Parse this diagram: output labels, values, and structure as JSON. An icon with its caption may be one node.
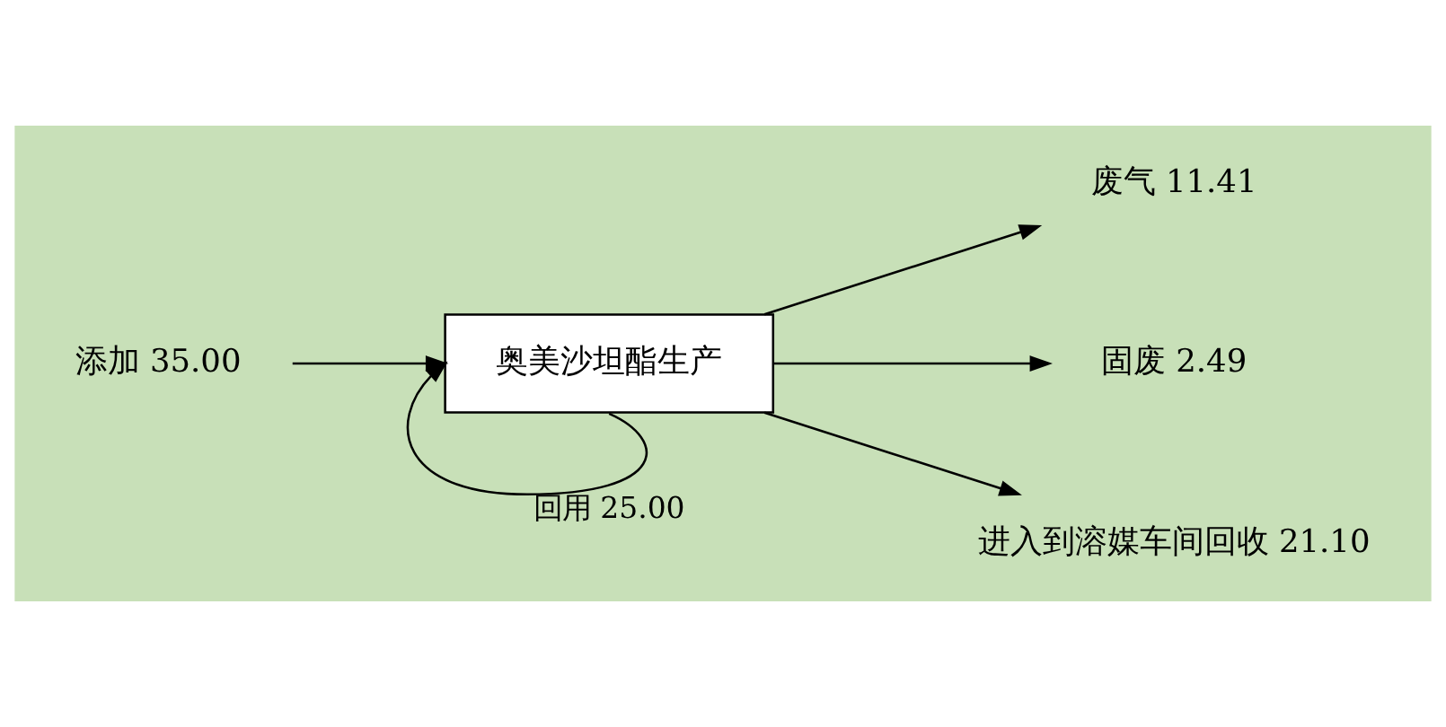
{
  "diagram": {
    "nodes": [
      {
        "text": [
          "添加 35.00"
        ]
      },
      {
        "text": [
          "奥美沙坦酯生产"
        ]
      },
      {
        "text": [
          "废气 11.41"
        ]
      },
      {
        "text": [
          "固废 2.49"
        ]
      },
      {
        "text": [
          "进入到溶媒车间回收 21.10"
        ]
      }
    ],
    "edges": [
      {
        "from": 0,
        "to": 1,
        "arrow": "to"
      },
      {
        "from": 1,
        "to": 1,
        "arrow": "to",
        "label": "回用 25.00"
      },
      {
        "from": 1,
        "to": 2,
        "arrow": "to"
      },
      {
        "from": 1,
        "to": 3,
        "arrow": "to"
      },
      {
        "from": 1,
        "to": 4,
        "arrow": "to"
      }
    ]
  }
}
